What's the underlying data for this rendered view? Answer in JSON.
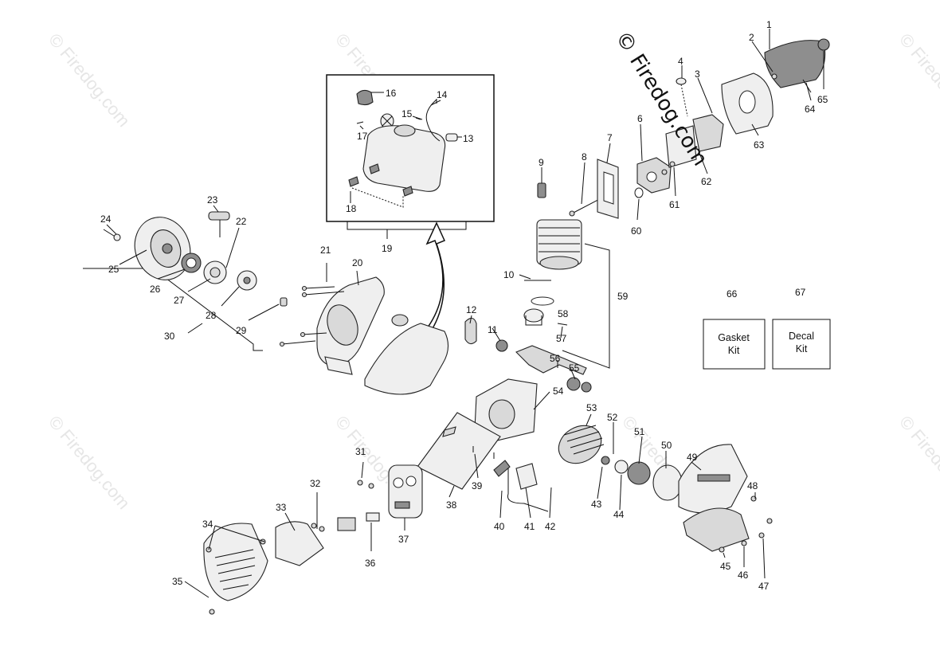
{
  "watermark": {
    "main": "© Firedog.com",
    "tile": "© Firedog.com"
  },
  "inset_callouts": [
    "16",
    "14",
    "15",
    "17",
    "13",
    "18"
  ],
  "inset_label": "19",
  "callouts": {
    "1": "1",
    "2": "2",
    "3": "3",
    "4": "4",
    "6": "6",
    "7": "7",
    "8": "8",
    "9": "9",
    "10": "10",
    "11": "11",
    "12": "12",
    "20": "20",
    "21": "21",
    "22": "22",
    "23": "23",
    "24": "24",
    "25": "25",
    "26": "26",
    "27": "27",
    "28": "28",
    "29": "29",
    "30": "30",
    "31": "31",
    "32": "32",
    "33": "33",
    "34": "34",
    "35": "35",
    "36": "36",
    "37": "37",
    "38": "38",
    "39": "39",
    "40": "40",
    "41": "41",
    "42": "42",
    "43": "43",
    "44": "44",
    "45": "45",
    "46": "46",
    "47": "47",
    "48": "48",
    "49": "49",
    "50": "50",
    "51": "51",
    "52": "52",
    "53": "53",
    "54": "54",
    "55": "55",
    "56": "56",
    "57": "57",
    "58": "58",
    "59": "59",
    "60": "60",
    "61": "61",
    "62": "62",
    "63": "63",
    "64": "64",
    "65": "65",
    "66": "66",
    "67": "67"
  },
  "kits": {
    "gasket": {
      "line1": "Gasket",
      "line2": "Kit"
    },
    "decal": {
      "line1": "Decal",
      "line2": "Kit"
    }
  }
}
